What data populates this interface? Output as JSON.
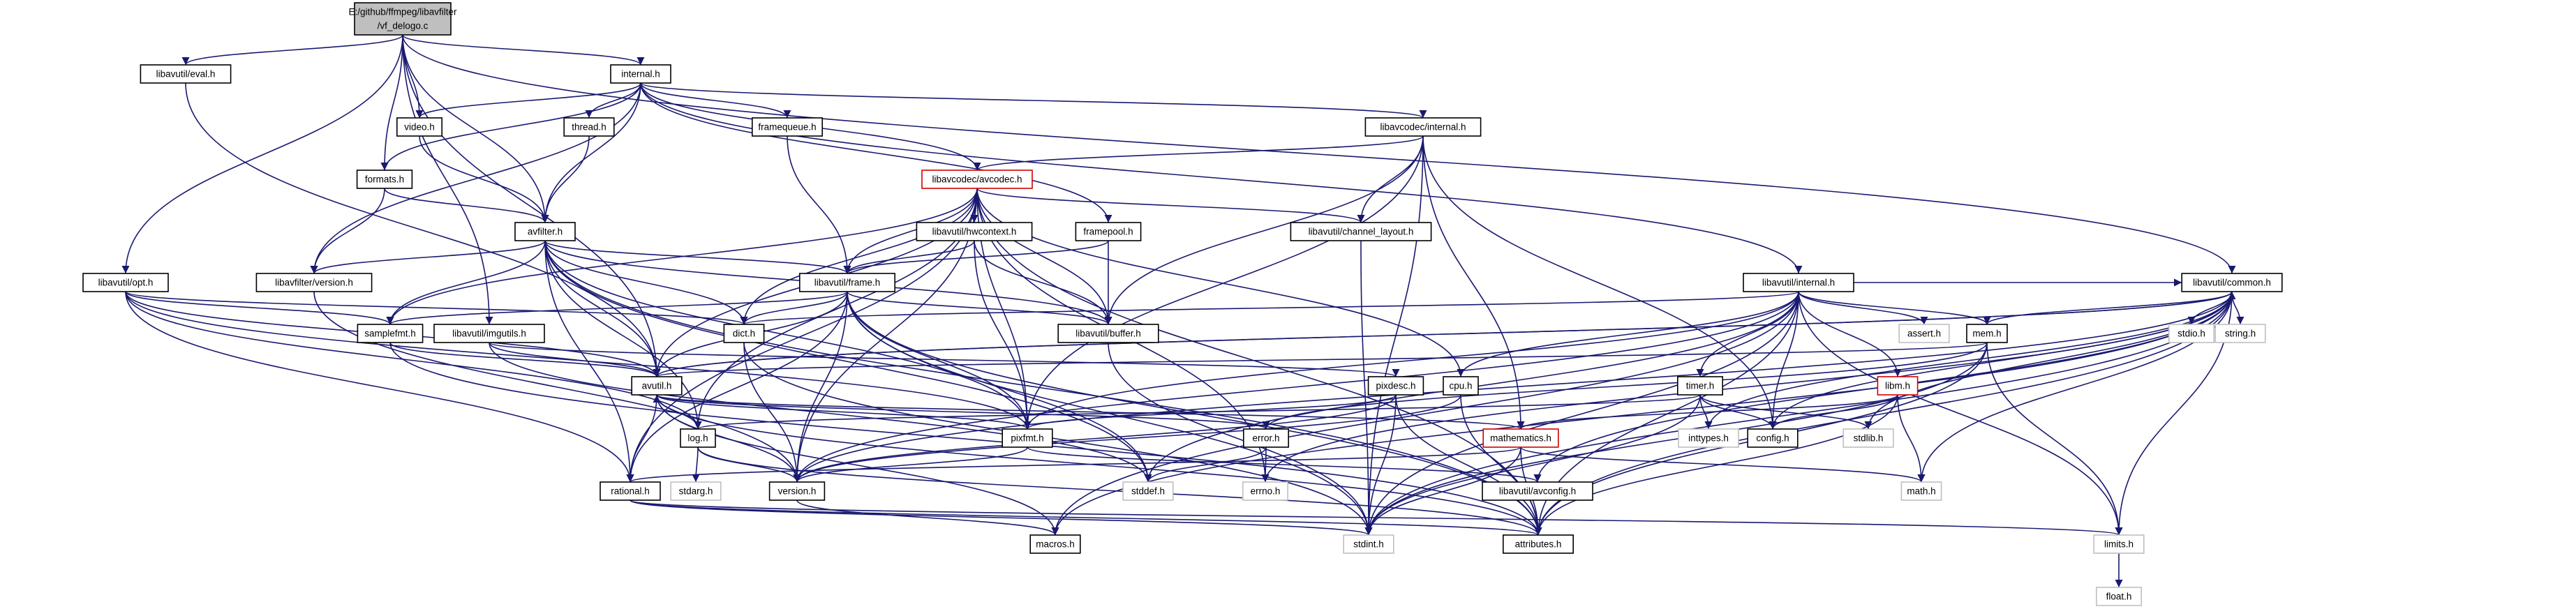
{
  "colors": {
    "edge": "#191970",
    "root_fill": "#bfbfbf",
    "missing_border": "#bfbfbf",
    "truncated_border": "#d00000"
  },
  "root": {
    "line1": "E:/github/ffmpeg/libavfilter",
    "line2": "/vf_delogo.c"
  },
  "nodes": [
    {
      "id": "eval",
      "label": "libavutil/eval.h"
    },
    {
      "id": "internal",
      "label": "internal.h"
    },
    {
      "id": "video",
      "label": "video.h"
    },
    {
      "id": "thread",
      "label": "thread.h"
    },
    {
      "id": "framequeue",
      "label": "framequeue.h"
    },
    {
      "id": "avcinternal",
      "label": "libavcodec/internal.h"
    },
    {
      "id": "formats",
      "label": "formats.h"
    },
    {
      "id": "avcodec",
      "label": "libavcodec/avcodec.h"
    },
    {
      "id": "hwcontext",
      "label": "libavutil/hwcontext.h"
    },
    {
      "id": "framepool",
      "label": "framepool.h"
    },
    {
      "id": "chlayout",
      "label": "libavutil/channel_layout.h"
    },
    {
      "id": "avfilter",
      "label": "avfilter.h"
    },
    {
      "id": "lfversion",
      "label": "libavfilter/version.h"
    },
    {
      "id": "frame",
      "label": "libavutil/frame.h"
    },
    {
      "id": "opt",
      "label": "libavutil/opt.h"
    },
    {
      "id": "samplefmt",
      "label": "samplefmt.h"
    },
    {
      "id": "imgutils",
      "label": "libavutil/imgutils.h"
    },
    {
      "id": "dict",
      "label": "dict.h"
    },
    {
      "id": "buffer",
      "label": "libavutil/buffer.h"
    },
    {
      "id": "lavuinternal",
      "label": "libavutil/internal.h"
    },
    {
      "id": "common",
      "label": "libavutil/common.h"
    },
    {
      "id": "stdio",
      "label": "stdio.h"
    },
    {
      "id": "string",
      "label": "string.h"
    },
    {
      "id": "assert",
      "label": "assert.h"
    },
    {
      "id": "mem",
      "label": "mem.h"
    },
    {
      "id": "avutil",
      "label": "avutil.h"
    },
    {
      "id": "pixdesc",
      "label": "pixdesc.h"
    },
    {
      "id": "cpu",
      "label": "cpu.h"
    },
    {
      "id": "timer",
      "label": "timer.h"
    },
    {
      "id": "libm",
      "label": "libm.h"
    },
    {
      "id": "log",
      "label": "log.h"
    },
    {
      "id": "pixfmt",
      "label": "pixfmt.h"
    },
    {
      "id": "error",
      "label": "error.h"
    },
    {
      "id": "mathematics",
      "label": "mathematics.h"
    },
    {
      "id": "inttypes",
      "label": "inttypes.h"
    },
    {
      "id": "config",
      "label": "config.h"
    },
    {
      "id": "stdlib",
      "label": "stdlib.h"
    },
    {
      "id": "rational",
      "label": "rational.h"
    },
    {
      "id": "stdarg",
      "label": "stdarg.h"
    },
    {
      "id": "version",
      "label": "version.h"
    },
    {
      "id": "stddef",
      "label": "stddef.h"
    },
    {
      "id": "errno",
      "label": "errno.h"
    },
    {
      "id": "avconfig",
      "label": "libavutil/avconfig.h"
    },
    {
      "id": "math",
      "label": "math.h"
    },
    {
      "id": "macros",
      "label": "macros.h"
    },
    {
      "id": "stdint",
      "label": "stdint.h"
    },
    {
      "id": "attributes",
      "label": "attributes.h"
    },
    {
      "id": "limits",
      "label": "limits.h"
    },
    {
      "id": "float",
      "label": "float.h"
    }
  ]
}
